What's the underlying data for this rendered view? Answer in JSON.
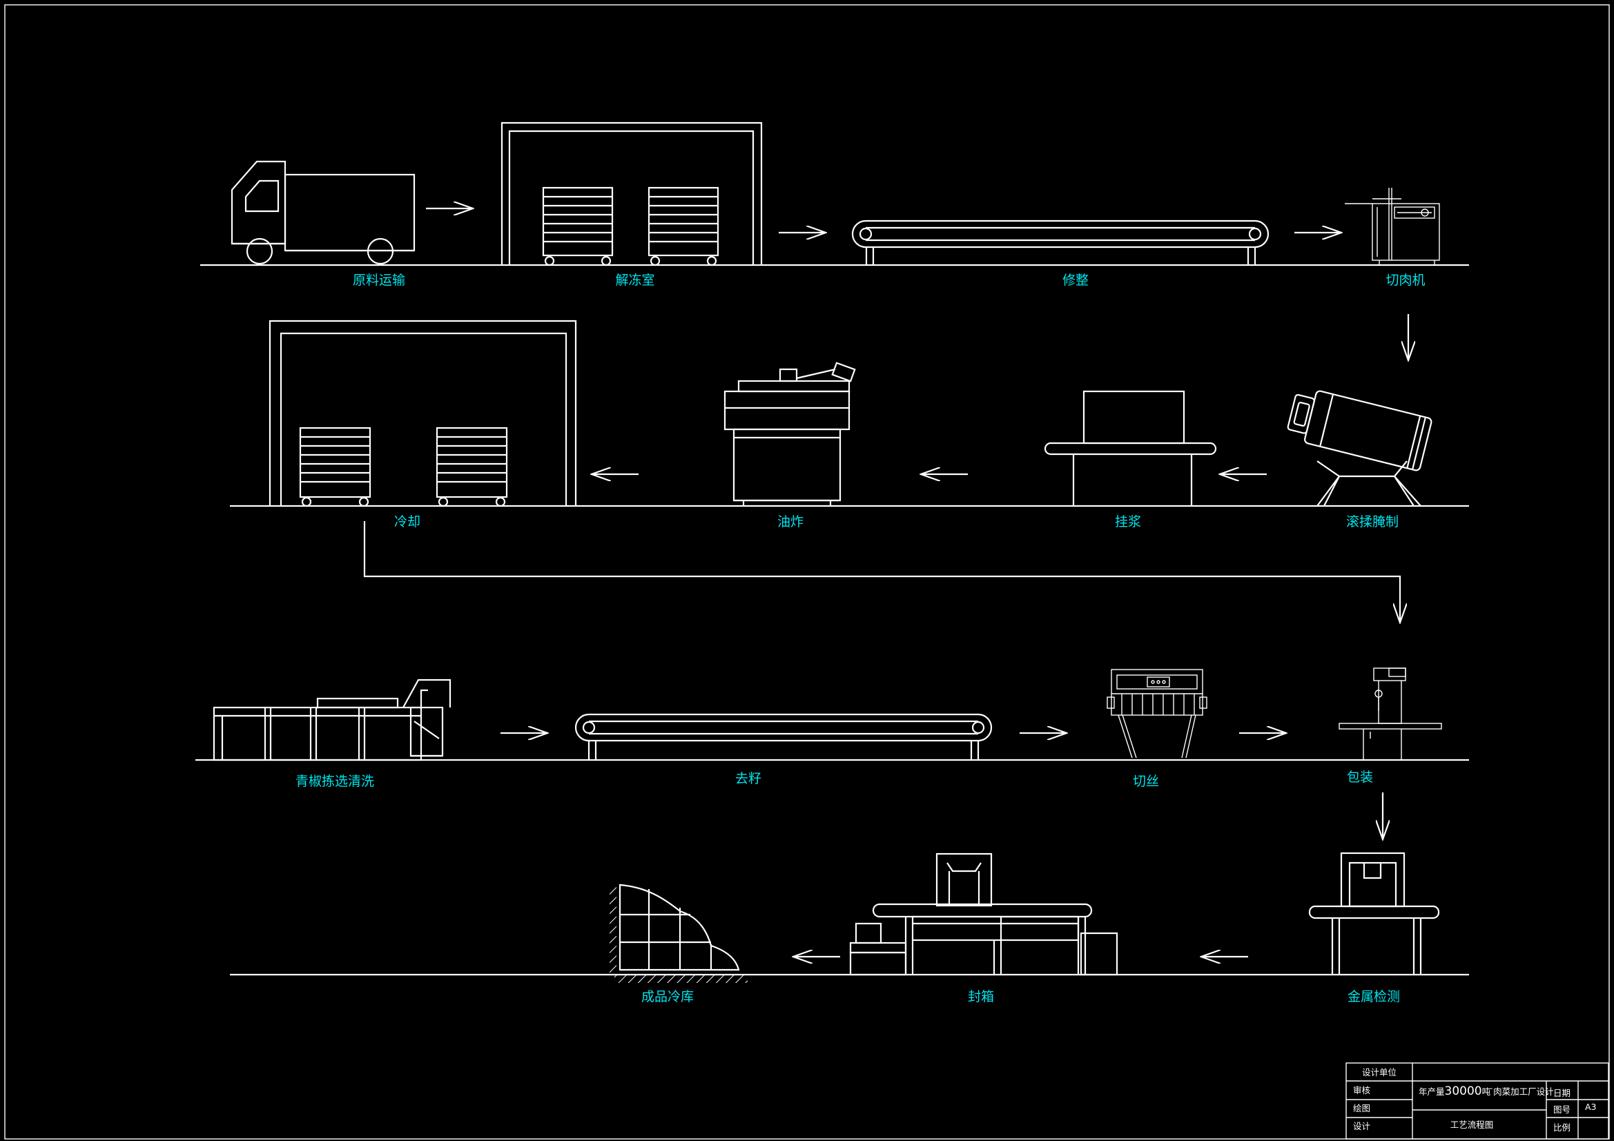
{
  "steps": {
    "s1": "原料运输",
    "s2": "解冻室",
    "s3": "修整",
    "s4": "切肉机",
    "s5": "滚揉腌制",
    "s6": "挂浆",
    "s7": "油炸",
    "s8": "冷却",
    "s9": "青椒拣选清洗",
    "s10": "去籽",
    "s11": "切丝",
    "s12": "包装",
    "s13": "金属检测",
    "s14": "封箱",
    "s15": "成品冷库"
  },
  "title_block": {
    "design_unit": "设计单位",
    "review": "审核",
    "drawing": "绘图",
    "design": "设计",
    "project_prefix": "年产量",
    "project_number": "30000",
    "project_suffix": "吨 ̄肉菜加工厂设计",
    "drawing_name": "工艺流程图",
    "date": "日期",
    "drawing_no": "图号",
    "drawing_no_value": "A3",
    "scale": "比例"
  },
  "colors": {
    "line": "#ffffff",
    "label": "#00e5ee",
    "background": "#000000"
  }
}
